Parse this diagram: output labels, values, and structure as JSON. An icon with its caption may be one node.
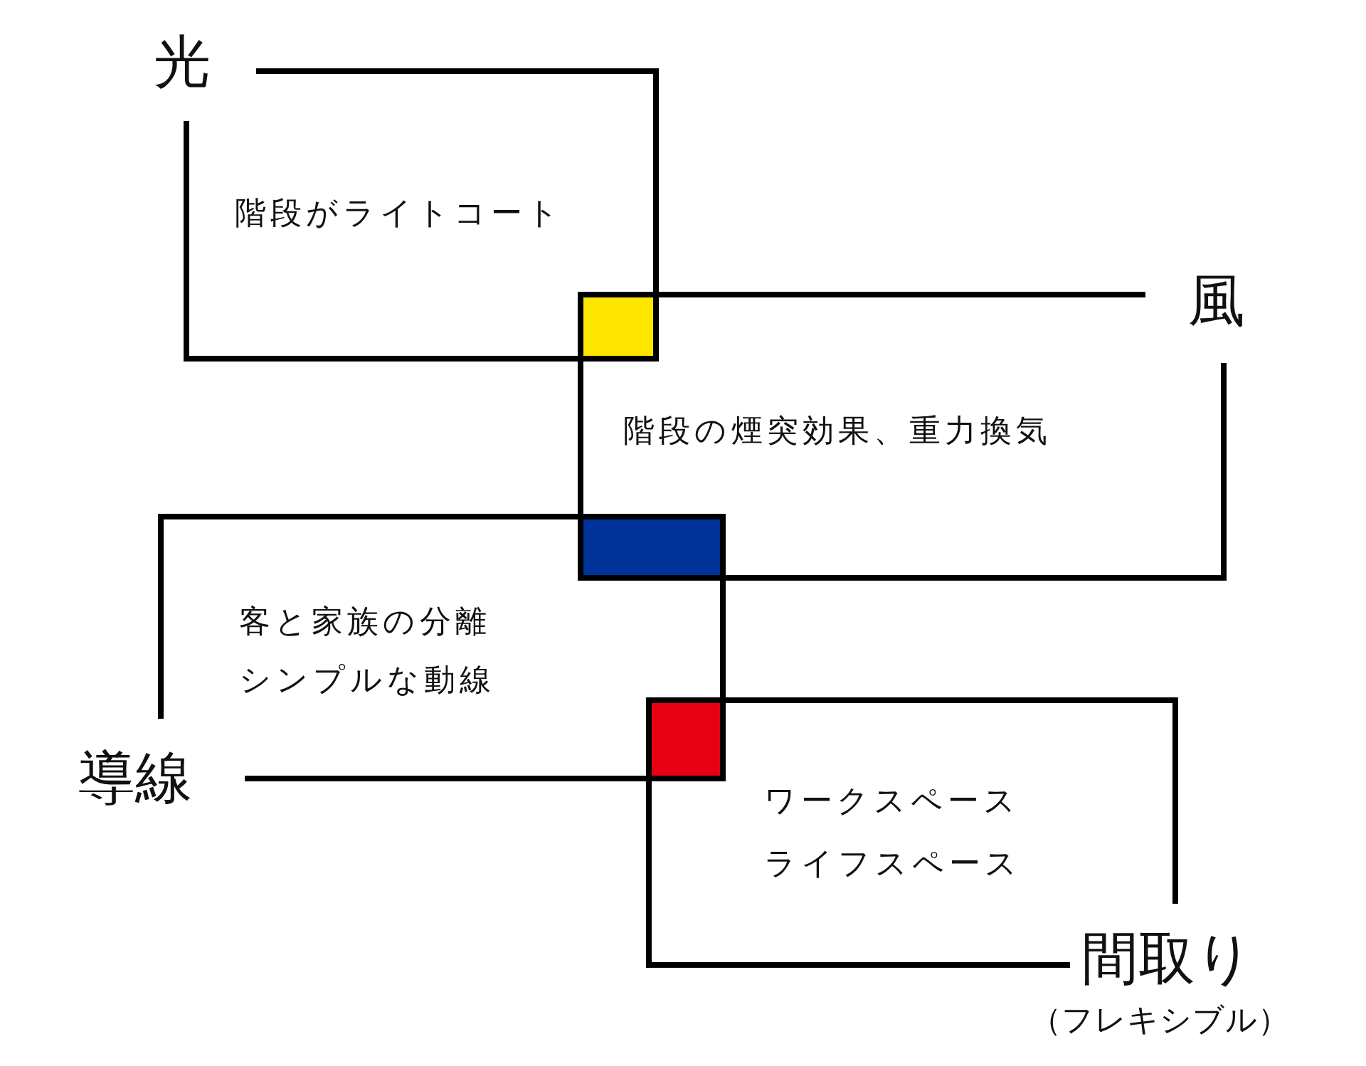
{
  "diagram": {
    "nodes": [
      {
        "text": [
          "光",
          "階段がライトコート"
        ]
      },
      {
        "text": [
          "風",
          "階段の煙突効果、重力換気"
        ]
      },
      {
        "text": [
          "導線",
          "客と家族の分離",
          "シンプルな動線"
        ]
      },
      {
        "text": [
          "間取り",
          "（フレキシブル）",
          "ワークスペース",
          "ライフスペース"
        ]
      }
    ]
  }
}
